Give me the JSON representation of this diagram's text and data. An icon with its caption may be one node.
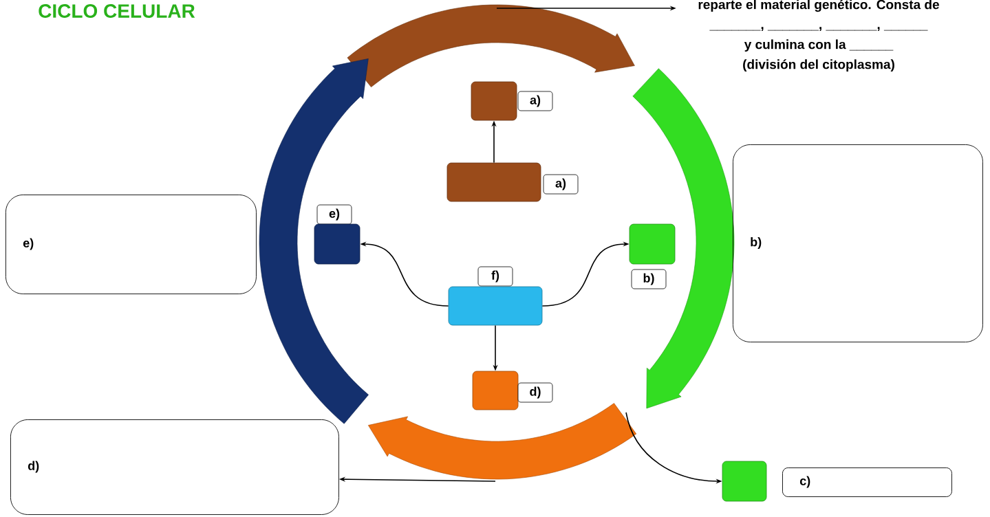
{
  "diagram": {
    "title": "CICLO CELULAR",
    "nodes": [
      {
        "text": [
          "reparte el material genético. Consta de _______, _______, _______, ______ y culmina con la ______ (división del citoplasma)"
        ]
      },
      {
        "text": [],
        "shape": "arrow"
      },
      {
        "text": [],
        "shape": "arrow"
      },
      {
        "text": [],
        "shape": "arrow"
      },
      {
        "text": [],
        "shape": "arrow"
      },
      {
        "text": [],
        "shape": "box"
      },
      {
        "text": [
          "a)"
        ]
      },
      {
        "text": [],
        "shape": "box"
      },
      {
        "text": [
          "a)"
        ]
      },
      {
        "text": [
          "e)"
        ]
      },
      {
        "text": [],
        "shape": "box"
      },
      {
        "text": [],
        "shape": "box"
      },
      {
        "text": [
          "b)"
        ]
      },
      {
        "text": [
          "f)"
        ]
      },
      {
        "text": [],
        "shape": "box"
      },
      {
        "text": [],
        "shape": "box"
      },
      {
        "text": [
          "d)"
        ]
      },
      {
        "text": [
          "e)"
        ]
      },
      {
        "text": [
          "b)"
        ]
      },
      {
        "text": [
          "d)"
        ]
      },
      {
        "text": [],
        "shape": "box"
      },
      {
        "text": [
          "c)"
        ]
      }
    ],
    "edges": [
      {
        "from": 1,
        "to": 0,
        "arrow": "to"
      },
      {
        "from": 7,
        "to": 5,
        "arrow": "to"
      },
      {
        "from": 14,
        "to": 10,
        "arrow": "to"
      },
      {
        "from": 14,
        "to": 11,
        "arrow": "to"
      },
      {
        "from": 14,
        "to": 15,
        "arrow": "to"
      },
      {
        "from": 3,
        "to": 19,
        "arrow": "to"
      },
      {
        "from": 3,
        "to": 20,
        "arrow": "to"
      }
    ]
  }
}
